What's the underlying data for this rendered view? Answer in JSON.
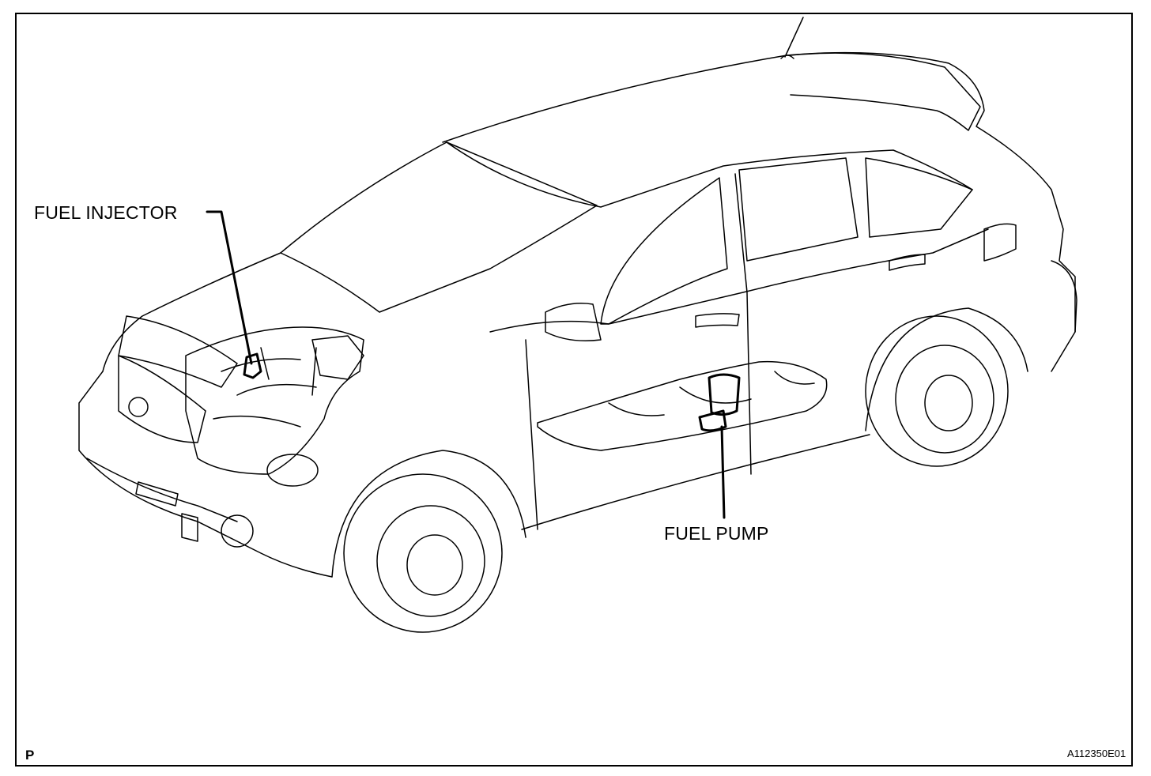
{
  "labels": {
    "fuel_injector": "FUEL INJECTOR",
    "fuel_pump": "FUEL PUMP"
  },
  "corner_mark": "P",
  "figure_code": "A112350E01"
}
